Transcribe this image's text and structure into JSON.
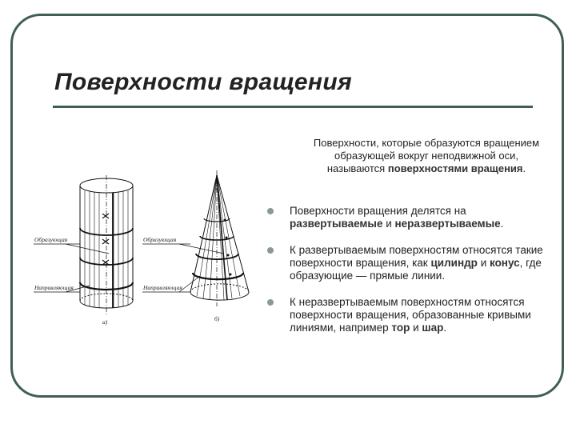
{
  "slide": {
    "title": "Поверхности вращения",
    "intro": {
      "text": "Поверхности, которые образуются вращением образующей вокруг неподвижной оси, называются",
      "highlight": "поверхностями вращения",
      "end": "."
    },
    "bullets": [
      {
        "parts": [
          {
            "text": "Поверхности вращения делятся на ",
            "hl": false
          },
          {
            "text": "развертываемые",
            "hl": true
          },
          {
            "text": " и ",
            "hl": false
          },
          {
            "text": "неразвертываемые",
            "hl": true
          },
          {
            "text": ".",
            "hl": false
          }
        ]
      },
      {
        "parts": [
          {
            "text": "К развертываемым поверхностям относятся такие поверхности вращения, как ",
            "hl": false
          },
          {
            "text": "цилиндр",
            "hl": true
          },
          {
            "text": " и ",
            "hl": false
          },
          {
            "text": "конус",
            "hl": true
          },
          {
            "text": ", где образующие — прямые линии.",
            "hl": false
          }
        ]
      },
      {
        "parts": [
          {
            "text": "К неразвертываемым поверхностям относятся поверхности вращения, образованные кривыми линиями, например ",
            "hl": false
          },
          {
            "text": "тор",
            "hl": true
          },
          {
            "text": " и ",
            "hl": false
          },
          {
            "text": "шар",
            "hl": true
          },
          {
            "text": ".",
            "hl": false
          }
        ]
      }
    ],
    "figure": {
      "cylinder_generatrix_label": "Образующая",
      "cylinder_directrix_label": "Направляющая",
      "cone_generatrix_label": "Образующая",
      "cone_directrix_label": "Направляющая",
      "cylinder_caption": "а)",
      "cone_caption": "б)"
    }
  },
  "colors": {
    "frame": "#3f5f55",
    "bullet": "#8a9a8e"
  }
}
